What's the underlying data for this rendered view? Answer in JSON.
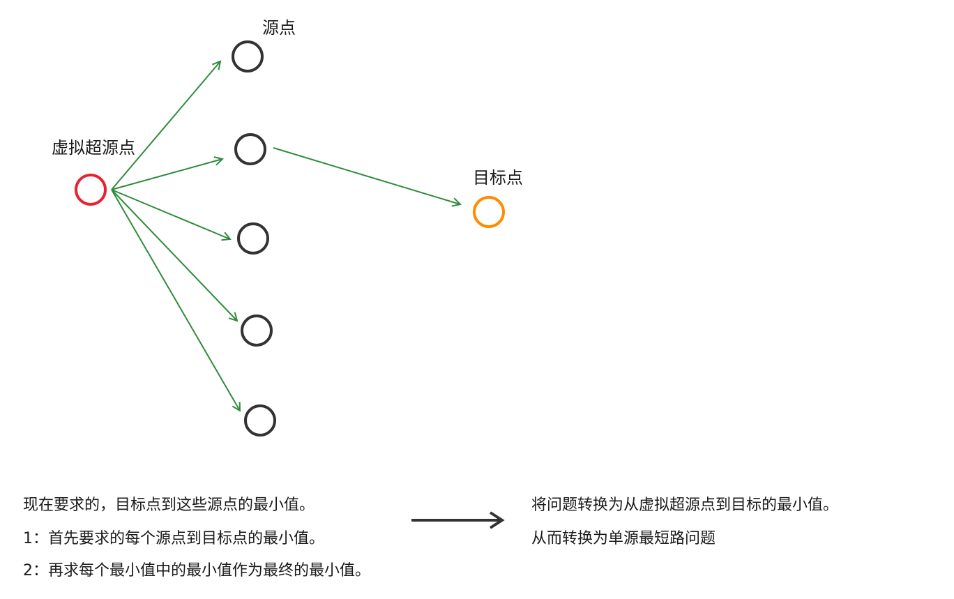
{
  "diagram": {
    "labels": {
      "super_source": "虚拟超源点",
      "source": "源点",
      "target": "目标点"
    },
    "colors": {
      "super_source_node": "#e8232f",
      "source_node": "#333333",
      "target_node": "#ff8c00",
      "edge": "#2e8b3a",
      "big_arrow": "#333333"
    },
    "source_count": 5,
    "edges": [
      {
        "from": "super_source",
        "to": "source_1"
      },
      {
        "from": "super_source",
        "to": "source_2"
      },
      {
        "from": "super_source",
        "to": "source_3"
      },
      {
        "from": "super_source",
        "to": "source_4"
      },
      {
        "from": "super_source",
        "to": "source_5"
      },
      {
        "from": "source_2",
        "to": "target"
      }
    ]
  },
  "notes": {
    "left": {
      "line1": "现在要求的，目标点到这些源点的最小值。",
      "line2": "1：首先要求的每个源点到目标点的最小值。",
      "line3": "2：再求每个最小值中的最小值作为最终的最小值。"
    },
    "right": {
      "line1": "将问题转换为从虚拟超源点到目标的最小值。",
      "line2": "从而转换为单源最短路问题"
    }
  }
}
